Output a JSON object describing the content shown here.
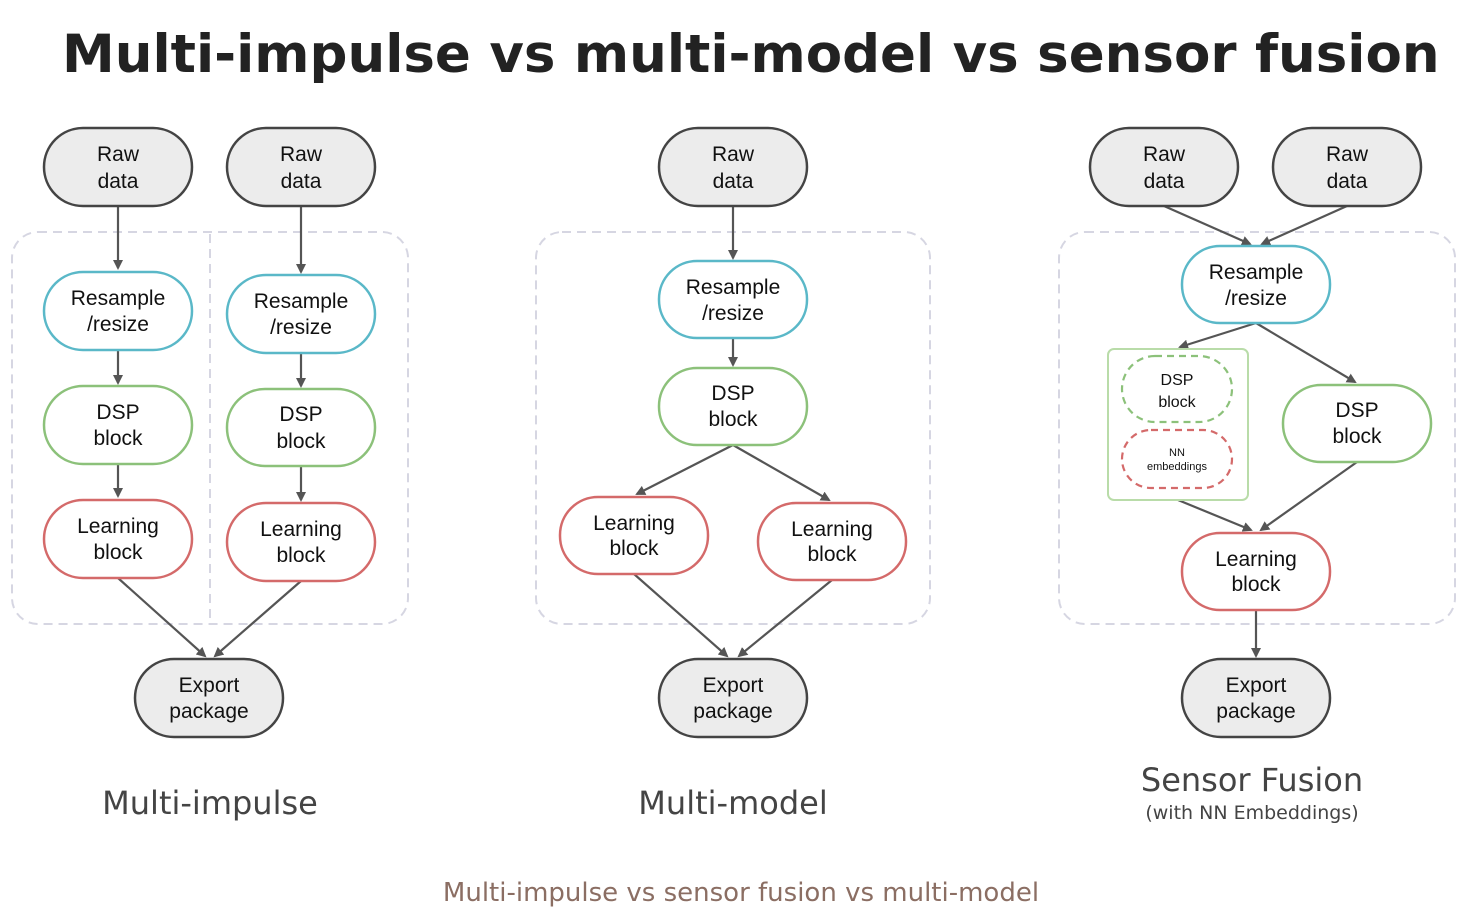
{
  "title": "Multi-impulse vs multi-model vs sensor fusion",
  "colors": {
    "raw_data": {
      "fill": "#ececec",
      "stroke": "#444444"
    },
    "resample": {
      "fill": "#ffffff",
      "stroke": "#5ab8c8"
    },
    "dsp": {
      "fill": "#ffffff",
      "stroke": "#8cc17a"
    },
    "learning": {
      "fill": "#ffffff",
      "stroke": "#d46a6a"
    },
    "export": {
      "fill": "#ececec",
      "stroke": "#444444"
    },
    "group_border": "#d6d6e2",
    "caption": "#8b6e63"
  },
  "nodes": {
    "raw_data": [
      "Raw",
      "data"
    ],
    "resample": [
      "Resample",
      "/resize"
    ],
    "dsp": [
      "DSP",
      "block"
    ],
    "learning": [
      "Learning",
      "block"
    ],
    "export": [
      "Export",
      "package"
    ],
    "nn_embeddings": [
      "NN",
      "embeddings"
    ]
  },
  "panels": {
    "multi_impulse": {
      "label": "Multi-impulse"
    },
    "multi_model": {
      "label": "Multi-model"
    },
    "sensor_fusion": {
      "label": "Sensor Fusion",
      "sublabel": "(with NN Embeddings)"
    }
  },
  "caption": "Multi-impulse vs sensor fusion vs multi-model"
}
